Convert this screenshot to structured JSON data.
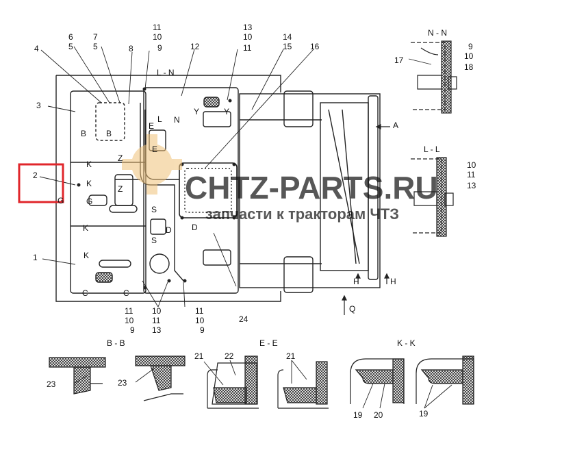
{
  "watermark": {
    "title": "CHTZ-PARTS.RU",
    "subtitle": "запчасти к тракторам ЧТЗ",
    "color": "#9a9a9a"
  },
  "highlight_color": "#e0262b",
  "highlight_label": "2",
  "section_titles": {
    "nn": "N - N",
    "ll": "L - L",
    "bb": "B - B",
    "ee": "E - E",
    "kk": "K - K",
    "ln_cut": "L - N"
  },
  "callouts": {
    "c1": "1",
    "c3": "3",
    "c4": "4",
    "c6": "6",
    "c5a": "5",
    "c7": "7",
    "c5b": "5",
    "c8": "8",
    "c11a": "11",
    "c10a": "10",
    "c9a": "9",
    "c12": "12",
    "c13a": "13",
    "c10b": "10",
    "c11b": "11",
    "c14": "14",
    "c15": "15",
    "c16": "16",
    "c17": "17",
    "c9b": "9",
    "c10c": "10",
    "c18": "18",
    "c10d": "10",
    "c11c": "11",
    "c13b": "13",
    "c24": "24",
    "c11d": "11",
    "c10e": "10",
    "c9c": "9",
    "c10f": "10",
    "c11e": "11",
    "c13c": "13",
    "c11f": "11",
    "c10g": "10",
    "c9d": "9",
    "c23a": "23",
    "c23b": "23",
    "c21a": "21",
    "c22": "22",
    "c21b": "21",
    "c19a": "19",
    "c20": "20",
    "c19b": "19"
  },
  "cut_marks": {
    "b1": "B",
    "b2": "B",
    "e1": "E",
    "e2": "E",
    "k1": "K",
    "k2": "K",
    "k3": "K",
    "k4": "K",
    "z1": "Z",
    "z2": "Z",
    "g1": "G",
    "g2": "G",
    "s1": "S",
    "s2": "S",
    "d1": "D",
    "d2": "D",
    "c1": "C",
    "c2": "C",
    "y1": "Y",
    "y2": "Y",
    "l1": "L",
    "n1": "N",
    "a1": "A",
    "h1": "H",
    "h2": "H",
    "q1": "Q"
  }
}
